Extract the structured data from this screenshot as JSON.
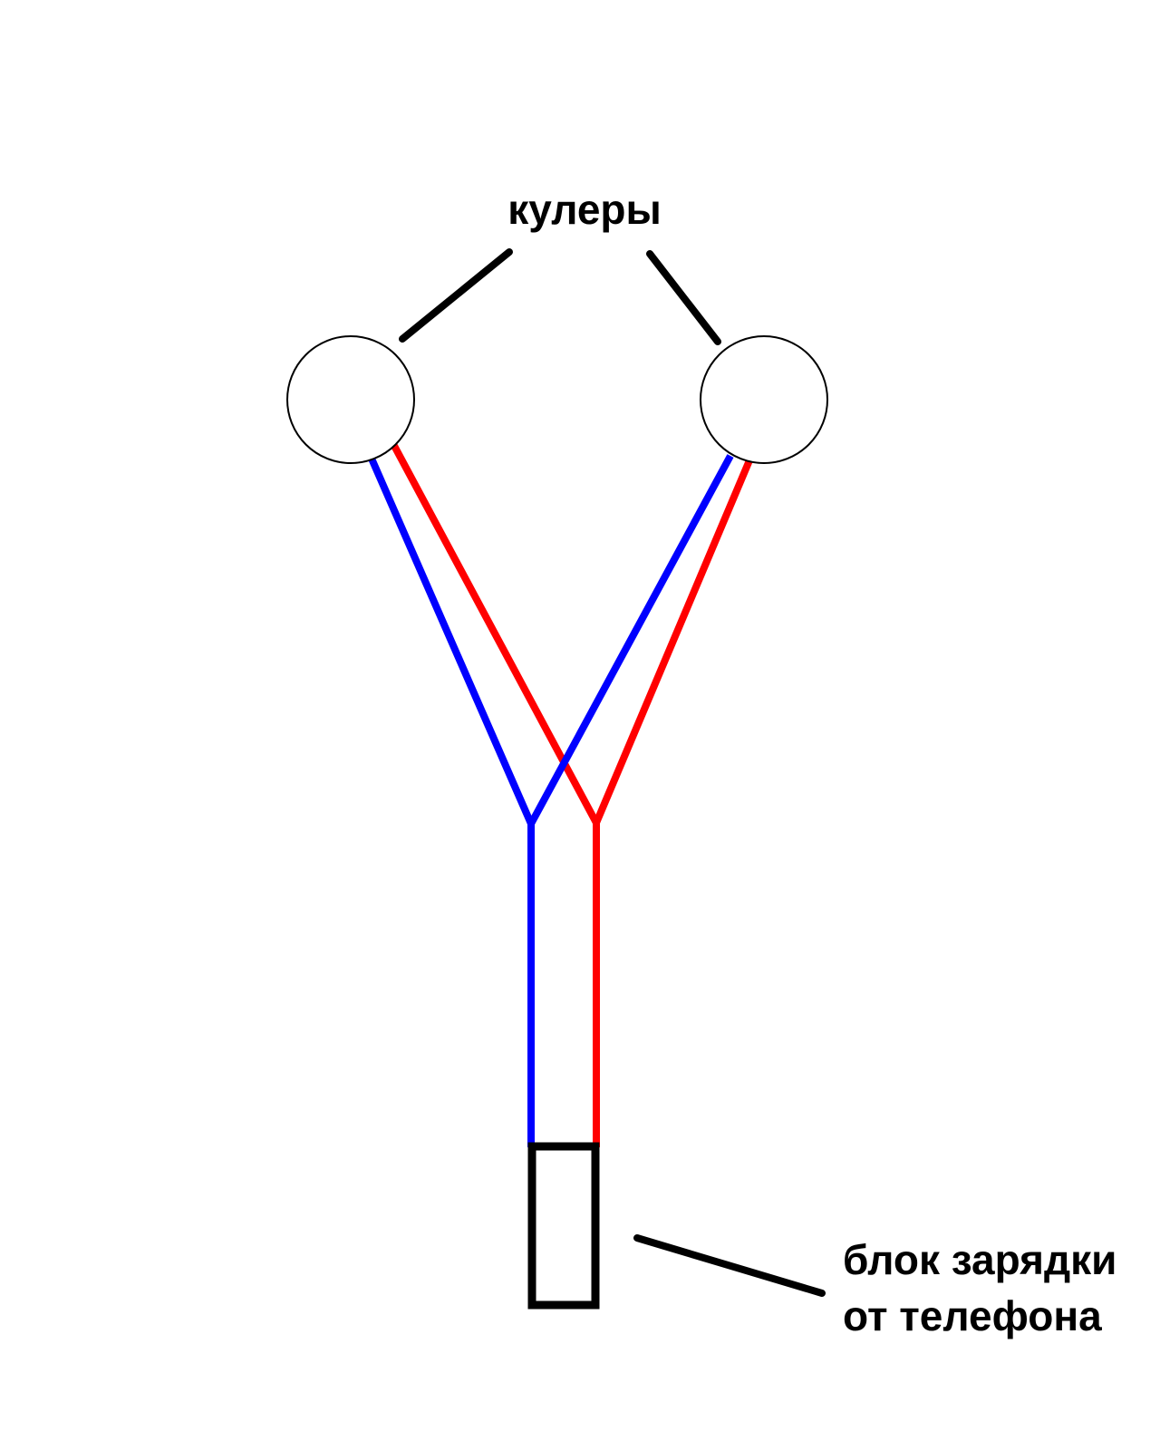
{
  "diagram": {
    "title": "кулеры",
    "charger_label": {
      "line1": "блок зарядки",
      "line2": "от телефона"
    },
    "colors": {
      "wire_blue": "#0000ff",
      "wire_red": "#ff0000",
      "outline_black": "#000000",
      "background": "#ffffff"
    }
  }
}
